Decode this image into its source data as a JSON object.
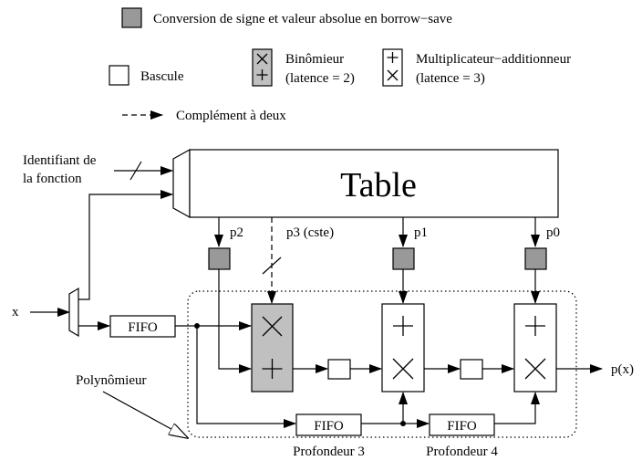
{
  "legend": {
    "conversion": "Conversion de signe et valeur absolue en borrow−save",
    "bascule": "Bascule",
    "binomieur": "Binômieur",
    "binomieur_latency": "(latence = 2)",
    "multiplicateur": "Multiplicateur−additionneur",
    "multiplicateur_latency": "(latence = 3)",
    "complement": "Complément à deux"
  },
  "inputs": {
    "function_id_line1": "Identifiant de",
    "function_id_line2": "la fonction",
    "x": "x"
  },
  "table": {
    "label": "Table"
  },
  "coefficients": {
    "p2": "p2",
    "p3": "p3 (cste)",
    "p1": "p1",
    "p0": "p0"
  },
  "fifo": {
    "input": "FIFO",
    "bottom_left": "FIFO",
    "bottom_right": "FIFO"
  },
  "depths": {
    "left": "Profondeur 3",
    "right": "Profondeur 4"
  },
  "polynomieur": "Polynômieur",
  "output": "p(x)"
}
